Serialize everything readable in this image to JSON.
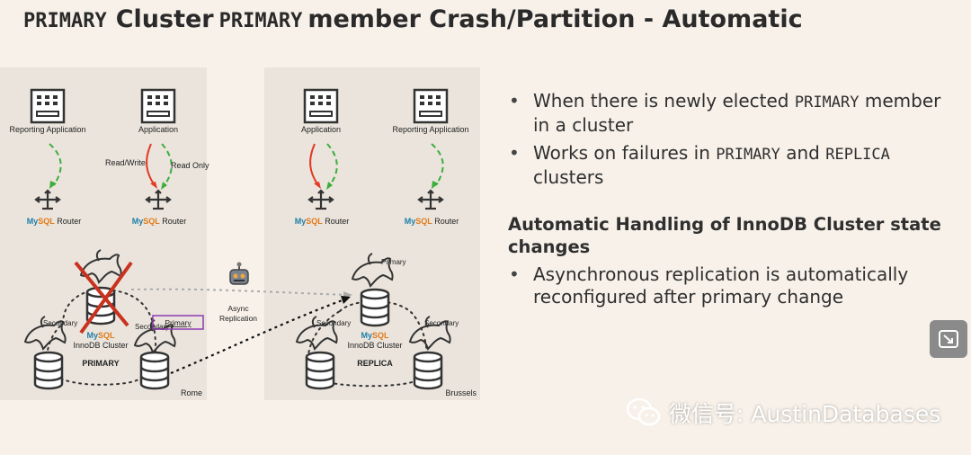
{
  "title": {
    "part1": "PRIMARY",
    "part2": "Cluster",
    "part3": "PRIMARY",
    "part4": "member Crash/Partition - Automatic"
  },
  "diagram": {
    "left_cluster": {
      "app_left": "Reporting Application",
      "app_right": "Application",
      "edge_rw": "Read/Write",
      "edge_ro": "Read Only",
      "router_left": [
        "My",
        "SQL",
        " Router"
      ],
      "router_right": [
        "My",
        "SQL",
        " Router"
      ],
      "secondary_left": "Secondary",
      "secondary_right": "Secondary",
      "primary_box": "Primary",
      "cluster_name": [
        "My",
        "SQL"
      ],
      "cluster_label": "InnoDB Cluster",
      "role": "PRIMARY",
      "location": "Rome"
    },
    "replication": {
      "line1": "Async",
      "line2": "Replication"
    },
    "right_cluster": {
      "app_left": "Application",
      "app_right": "Reporting Application",
      "router_left": [
        "My",
        "SQL",
        " Router"
      ],
      "router_right": [
        "My",
        "SQL",
        " Router"
      ],
      "primary": "Primary",
      "secondary_left": "Secondary",
      "secondary_right": "Secondary",
      "cluster_name": [
        "My",
        "SQL"
      ],
      "cluster_label": "InnoDB Cluster",
      "role": "REPLICA",
      "location": "Brussels"
    }
  },
  "bullets": {
    "b1_text1": "When there is newly elected ",
    "b1_mono": "PRIMARY",
    "b1_text2": " member in a cluster",
    "b2_text1": "Works on failures in ",
    "b2_mono1": "PRIMARY",
    "b2_text2": " and ",
    "b2_mono2": "REPLICA",
    "b2_text3": " clusters",
    "subheading": "Automatic Handling of InnoDB Cluster state changes",
    "b3_text": "Asynchronous replication is automatically reconfigured after primary change"
  },
  "watermark": {
    "text": "微信号: AustinDatabases"
  },
  "colors": {
    "mysql_blue": "#1e7ea8",
    "mysql_orange": "#e07a18",
    "red": "#e23a23",
    "green": "#3cae3c",
    "panel": "#eae4dc"
  },
  "icons": {
    "app": "server-app-icon",
    "router": "router-icon",
    "db": "database-icon",
    "dolphin": "mysql-dolphin-icon",
    "robot": "robot-icon",
    "expand": "screen-expand-icon",
    "wechat": "wechat-icon"
  }
}
